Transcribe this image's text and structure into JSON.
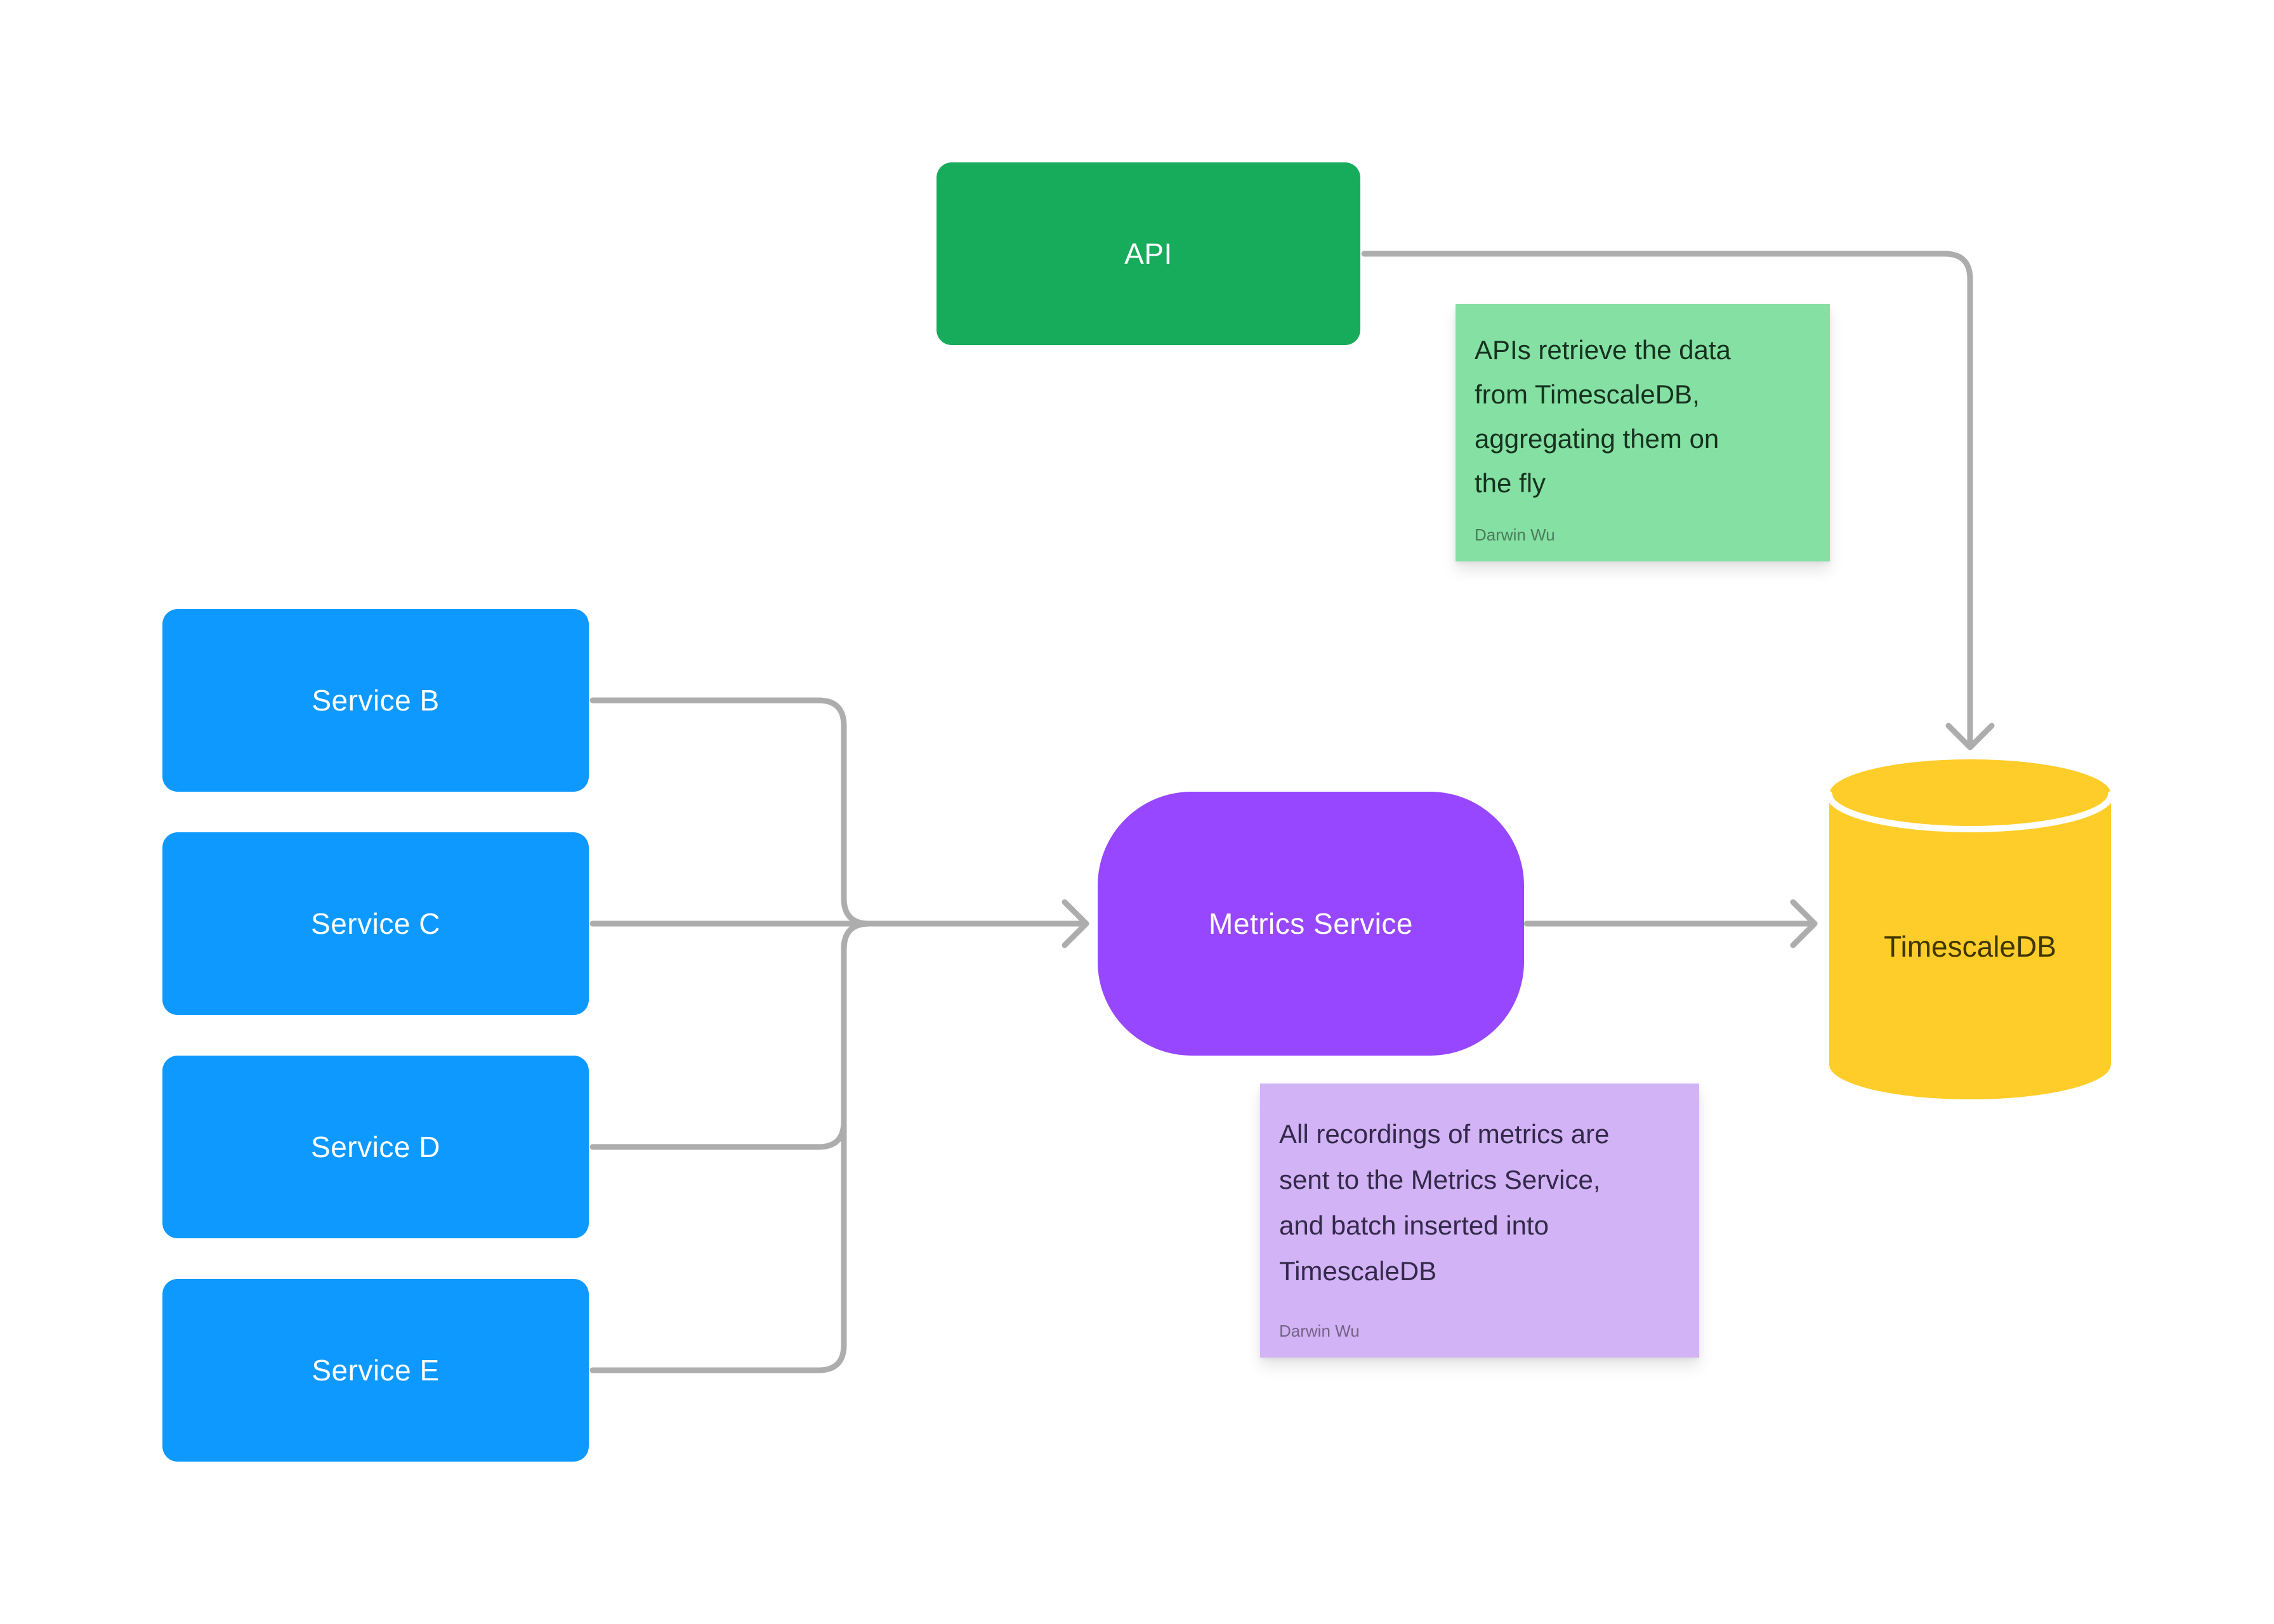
{
  "canvas": {
    "bg": "#FFFFFF",
    "connector_color": "#ADADAD"
  },
  "nodes": {
    "api": {
      "label": "API",
      "fill": "#17AB5C",
      "text_color": "#FFFFFF"
    },
    "service_fill": "#0D99FF",
    "service_text_color": "#FFFFFF",
    "services": [
      {
        "label": "Service B"
      },
      {
        "label": "Service C"
      },
      {
        "label": "Service D"
      },
      {
        "label": "Service E"
      }
    ],
    "metrics": {
      "label": "Metrics Service",
      "fill": "#9747FF",
      "text_color": "#FFFFFF"
    },
    "timescaledb": {
      "label": "TimescaleDB",
      "fill": "#FFCD29",
      "text_color": "#3E3500",
      "cap_line_color": "#FFFFFF"
    }
  },
  "notes": {
    "api_note": {
      "fill": "#85E0A3",
      "text_color": "#16321F",
      "lines": [
        "APIs retrieve the data",
        "from TimescaleDB,",
        "aggregating them on",
        "the fly"
      ],
      "author": "Darwin Wu"
    },
    "metrics_note": {
      "fill": "#D2B3F5",
      "text_color": "#33294A",
      "lines": [
        "All recordings of metrics are",
        "sent to the Metrics Service,",
        "and batch inserted into",
        "TimescaleDB"
      ],
      "author": "Darwin Wu"
    }
  }
}
